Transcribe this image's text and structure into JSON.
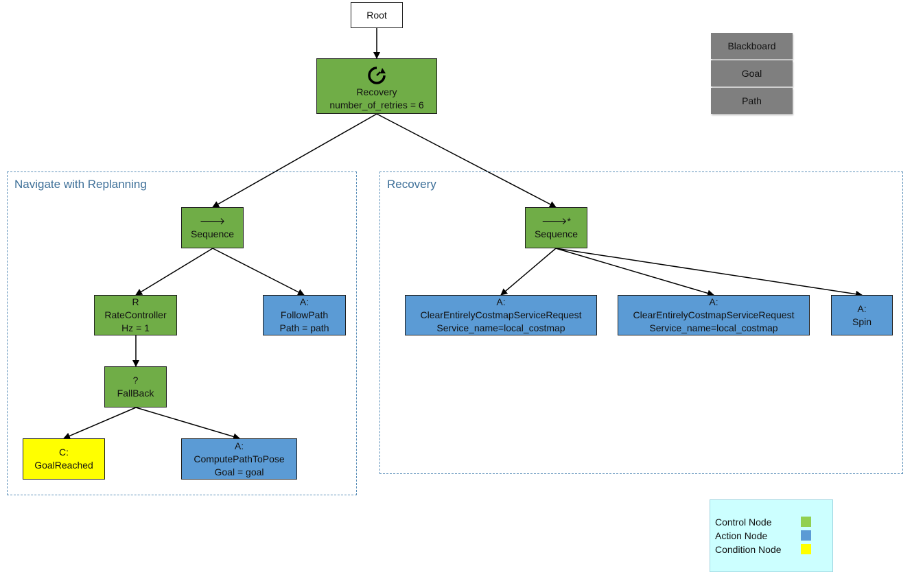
{
  "colors": {
    "control": "#70ad47",
    "action": "#5b9bd5",
    "condition": "#ffff00",
    "blackboard": "#7f7f7f",
    "legend_bg": "#ccffff",
    "group_border": "#5b8fb9"
  },
  "root": {
    "label": "Root"
  },
  "recovery_top": {
    "icon": "recovery-cycle-icon",
    "label": "Recovery",
    "param": "number_of_retries = 6"
  },
  "blackboard": {
    "items": [
      "Blackboard",
      "Goal",
      "Path"
    ]
  },
  "groups": {
    "navigate": {
      "title": "Navigate with Replanning"
    },
    "recovery": {
      "title": "Recovery"
    }
  },
  "nav": {
    "sequence": {
      "symbol": "🡒",
      "label": "Sequence"
    },
    "rate": {
      "symbol": "R",
      "label": "RateController",
      "param": "Hz = 1"
    },
    "followpath": {
      "prefix": "A:",
      "label": "FollowPath",
      "param": "Path = path"
    },
    "fallback": {
      "symbol": "?",
      "label": "FallBack"
    },
    "goalreached": {
      "prefix": "C:",
      "label": "GoalReached"
    },
    "computepath": {
      "prefix": "A:",
      "label": "ComputePathToPose",
      "param": "Goal = goal"
    }
  },
  "rec": {
    "sequence": {
      "symbol": "🡒*",
      "label": "Sequence"
    },
    "clear1": {
      "prefix": "A:",
      "label": "ClearEntirelyCostmapServiceRequest",
      "param": "Service_name=local_costmap"
    },
    "clear2": {
      "prefix": "A:",
      "label": "ClearEntirelyCostmapServiceRequest",
      "param": "Service_name=local_costmap"
    },
    "spin": {
      "prefix": "A:",
      "label": "Spin"
    }
  },
  "legend": {
    "items": [
      {
        "label": "Control Node",
        "color": "#92d050"
      },
      {
        "label": "Action Node",
        "color": "#5b9bd5"
      },
      {
        "label": "Condition Node",
        "color": "#ffff00"
      }
    ]
  }
}
